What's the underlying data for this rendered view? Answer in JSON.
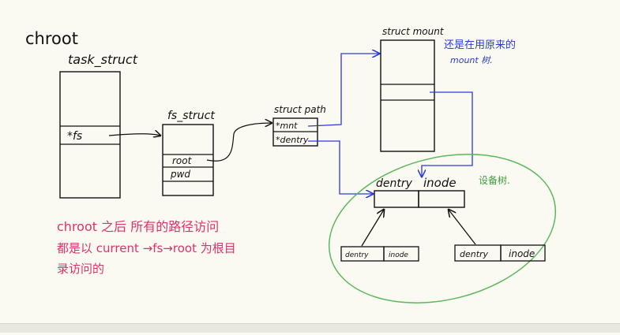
{
  "title": "chroot",
  "task_struct": {
    "label": "task_struct",
    "field_fs": "*fs"
  },
  "fs_struct": {
    "label": "fs_struct",
    "field_root": "root",
    "field_pwd": "pwd"
  },
  "struct_path": {
    "label": "struct path",
    "field_mnt": "*mnt",
    "field_dentry": "*dentry"
  },
  "struct_mount": {
    "label": "struct mount"
  },
  "note_mount": {
    "line1": "还是在用原来的",
    "line2": "mount 树."
  },
  "note_device": "设备树.",
  "dentry_inode_top": {
    "dentry": "dentry",
    "inode": "inode"
  },
  "child_left": {
    "dentry": "dentry",
    "inode": "inode"
  },
  "child_right": {
    "dentry": "dentry",
    "inode": "inode"
  },
  "note_chroot": {
    "line1": "chroot 之后 所有的路径访问",
    "line2": "都是以 current →fs→root 为根目",
    "line3": "录访问的"
  },
  "colors": {
    "ink": "#111111",
    "blue": "#2a3ad6",
    "green": "#5cb85c",
    "pink": "#e0306a",
    "background": "#fbfaf2"
  }
}
